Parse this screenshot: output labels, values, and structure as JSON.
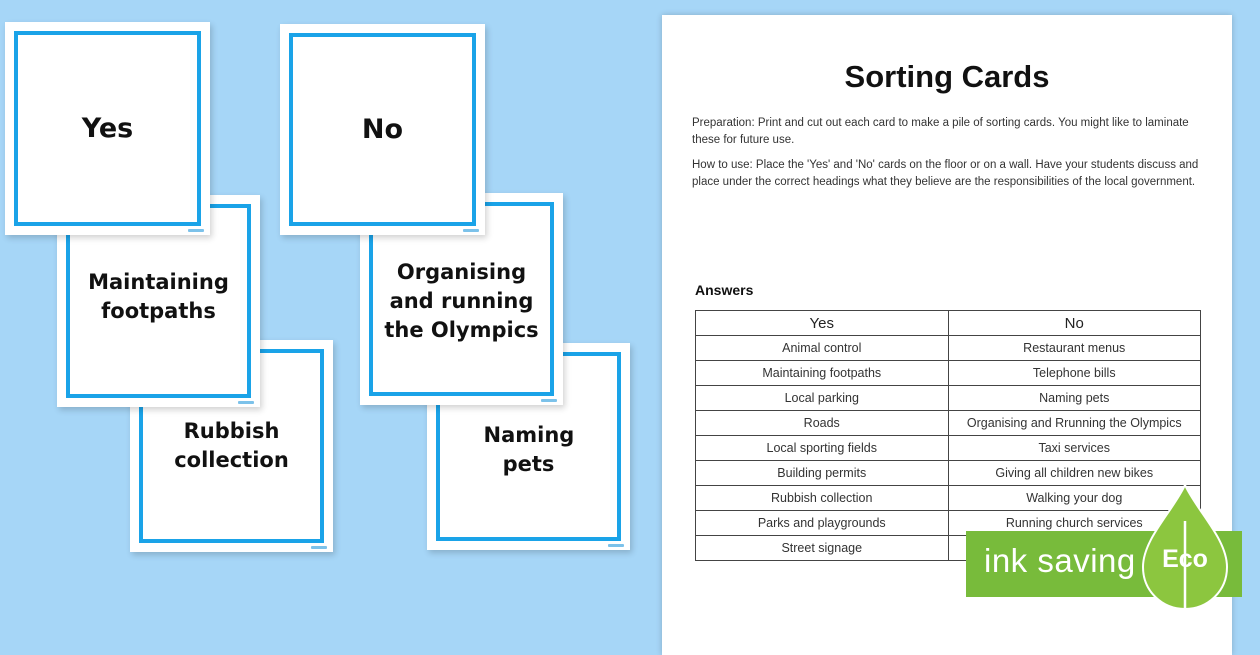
{
  "cards": {
    "yes": "Yes",
    "no": "No",
    "maintaining": "Maintaining footpaths",
    "organising": "Organising and running the Olympics",
    "rubbish": "Rubbish collection",
    "naming": "Naming pets"
  },
  "sheet": {
    "title": "Sorting Cards",
    "preparation": "Preparation: Print and cut out each card to make a pile of sorting cards. You might like to laminate these for future use.",
    "how_to_use": "How to use: Place the 'Yes' and 'No' cards on the floor or on a wall. Have your students discuss and place under the correct headings what they believe are the responsibilities of the local government.",
    "answers_heading": "Answers",
    "table": {
      "headers": [
        "Yes",
        "No"
      ],
      "rows": [
        [
          "Animal control",
          "Restaurant menus"
        ],
        [
          "Maintaining footpaths",
          "Telephone bills"
        ],
        [
          "Local parking",
          "Naming pets"
        ],
        [
          "Roads",
          "Organising and Rrunning the Olympics"
        ],
        [
          "Local sporting fields",
          "Taxi services"
        ],
        [
          "Building permits",
          "Giving all children new bikes"
        ],
        [
          "Rubbish collection",
          "Walking your dog"
        ],
        [
          "Parks and playgrounds",
          "Running church services"
        ],
        [
          "Street signage",
          ""
        ]
      ]
    }
  },
  "badge": {
    "text": "ink saving",
    "eco": "Eco",
    "color": "#78bb3b"
  },
  "colors": {
    "background": "#a6d6f7",
    "card_border": "#1aa3e8"
  }
}
